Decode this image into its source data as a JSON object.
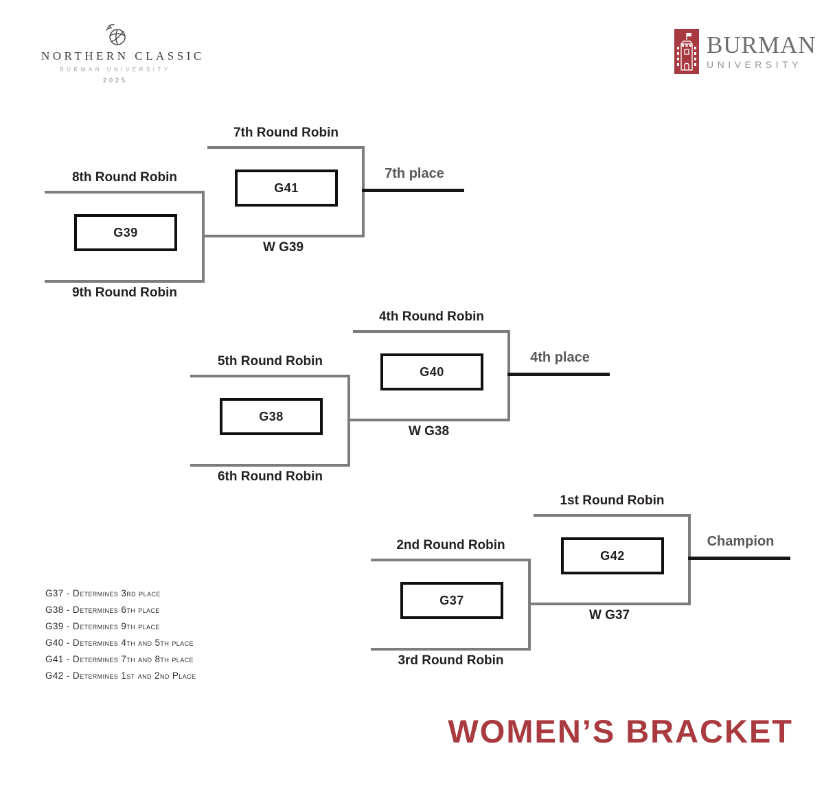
{
  "colors": {
    "brand_red": "#a93a3f",
    "bracket_line_gray": "#7d7d7d",
    "winner_line_black": "#161616",
    "label_dark": "#231f20",
    "result_label_gray": "#58595b",
    "logo_gray": "#6d6e71"
  },
  "event_logo": {
    "icon": "volleyball-icon",
    "title": "NORTHERN CLASSIC",
    "subtitle": "BURMAN UNIVERSITY",
    "year": "2025"
  },
  "university_logo": {
    "icon": "castle-shield-icon",
    "name": "BURMAN",
    "subname": "UNIVERSITY"
  },
  "brackets": [
    {
      "id": "places-7-9",
      "semifinal": {
        "top_label": "8th Round Robin",
        "bottom_label": "9th Round Robin",
        "game": "G39"
      },
      "final": {
        "top_label": "7th Round Robin",
        "bottom_label": "W G39",
        "game": "G41"
      },
      "result_label": "7th place"
    },
    {
      "id": "places-4-6",
      "semifinal": {
        "top_label": "5th Round Robin",
        "bottom_label": "6th Round Robin",
        "game": "G38"
      },
      "final": {
        "top_label": "4th Round Robin",
        "bottom_label": "W G38",
        "game": "G40"
      },
      "result_label": "4th place"
    },
    {
      "id": "places-1-3",
      "semifinal": {
        "top_label": "2nd Round Robin",
        "bottom_label": "3rd Round Robin",
        "game": "G37"
      },
      "final": {
        "top_label": "1st Round Robin",
        "bottom_label": "W G37",
        "game": "G42"
      },
      "result_label": "Champion"
    }
  ],
  "legend": {
    "items": [
      "G37 - Determines 3rd place",
      "G38 - Determines 6th place",
      "G39 - Determines 9th place",
      "G40 - Determines 4th and 5th place",
      "G41 - Determines 7th and 8th place",
      "G42 - Determines 1st and 2nd Place"
    ]
  },
  "title": "WOMEN’S BRACKET"
}
